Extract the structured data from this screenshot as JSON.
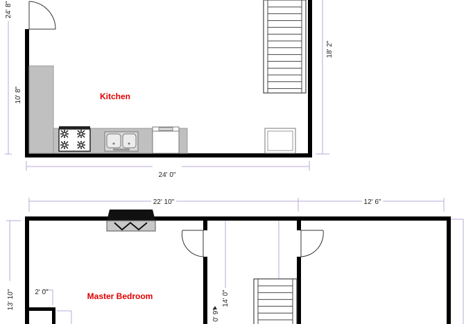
{
  "colors": {
    "wall": "#000000",
    "dimension_line": "#b8a8d8",
    "room_label": "#e00000",
    "counter": "#c0c0c0",
    "fixture_stroke": "#777777"
  },
  "rooms": {
    "kitchen": "Kitchen",
    "master_bedroom": "Master Bedroom"
  },
  "dimensions": {
    "kitchen_top_left": "24' 8\"",
    "kitchen_right": "18' 2\"",
    "kitchen_counter": "10' 8\"",
    "kitchen_bottom": "24' 0\"",
    "lower_top_left": "22' 10\"",
    "lower_top_right": "12' 6\"",
    "lower_left": "13' 10\"",
    "closet_width": "2' 0\"",
    "hall_length": "14' 0\"",
    "closet_height": "0' 9\""
  }
}
